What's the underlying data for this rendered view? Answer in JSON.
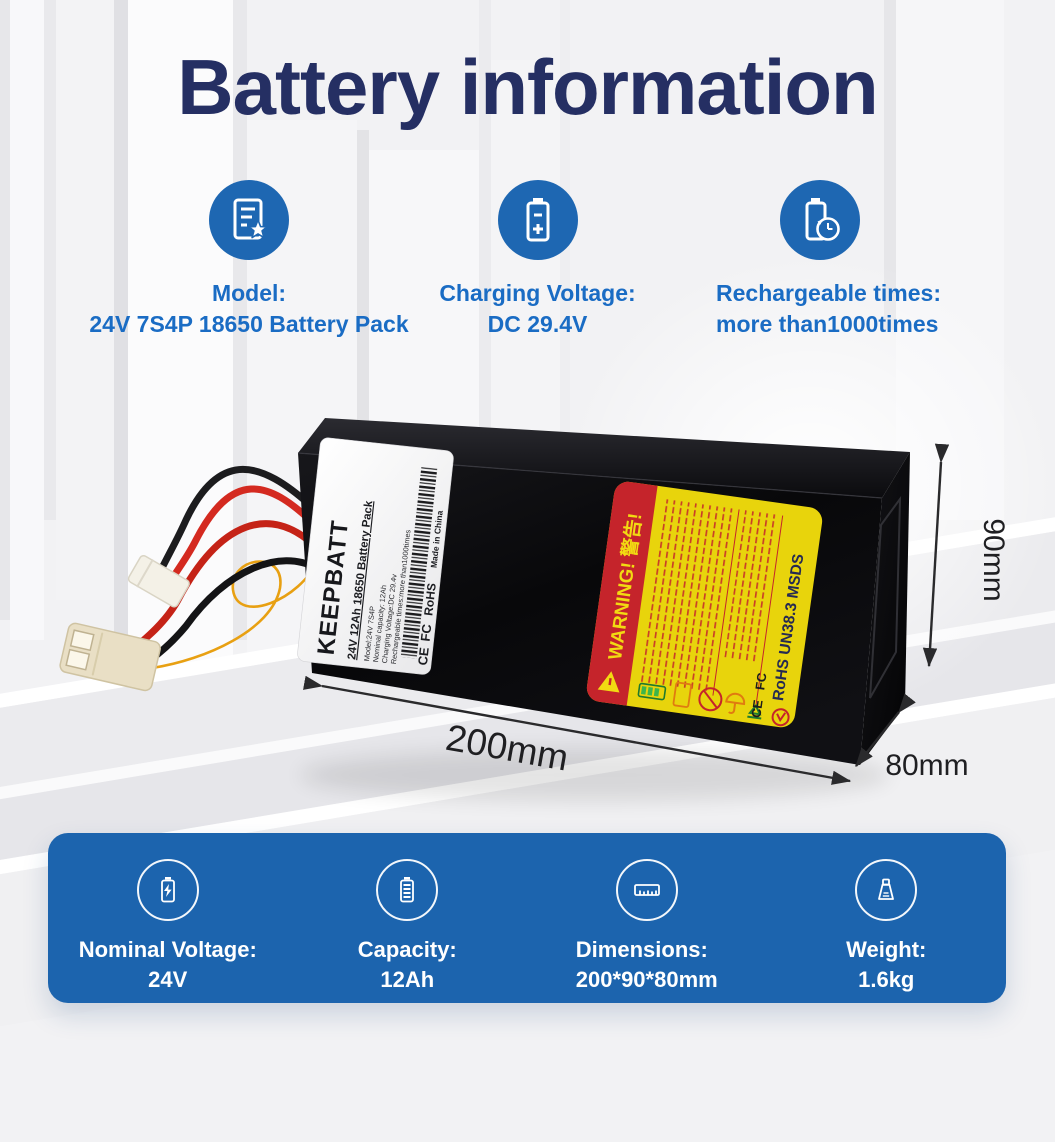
{
  "title": "Battery information",
  "colors": {
    "accent_blue": "#1e67b2",
    "text_blue": "#1a6cc4",
    "title_navy": "#252f63",
    "bar_blue": "#1c64ae",
    "warning_yellow": "#e8d40c",
    "warning_red": "#c5242b"
  },
  "features": [
    {
      "icon": "spec-sheet-icon",
      "line1": "Model:",
      "line2": "24V 7S4P 18650 Battery Pack"
    },
    {
      "icon": "charging-battery-icon",
      "line1": "Charging Voltage:",
      "line2": "DC 29.4V"
    },
    {
      "icon": "recharge-cycle-icon",
      "line1": "Rechargeable times:",
      "line2": "more than1000times"
    }
  ],
  "battery_label": {
    "brand": "KEEPBATT",
    "subtitle": "24V 12Ah 18650 Battery Pack",
    "lines": [
      "Model:24V 7S4P",
      "Nominal capacity: 12Ah",
      "Charging Voltage:DC 29.4v",
      "Rechargeable times:more than1000times"
    ],
    "made_in": "Made in China",
    "cert_ce": "CE",
    "cert_fcc": "FC",
    "cert_rohs": "RoHS"
  },
  "warning_label": {
    "warning_text": "WARNING! 警告!",
    "certs": "RoHS UN38.3  MSDS",
    "ce": "CE",
    "fcc": "FC"
  },
  "dims": {
    "length": "200mm",
    "height": "90mm",
    "depth": "80mm"
  },
  "spec_bar": [
    {
      "icon": "voltage-battery-icon",
      "label": "Nominal Voltage:",
      "value": "24V"
    },
    {
      "icon": "capacity-battery-icon",
      "label": "Capacity:",
      "value": "12Ah"
    },
    {
      "icon": "ruler-icon",
      "label": "Dimensions:",
      "value": "200*90*80mm"
    },
    {
      "icon": "weight-icon",
      "label": "Weight:",
      "value": "1.6kg"
    }
  ]
}
